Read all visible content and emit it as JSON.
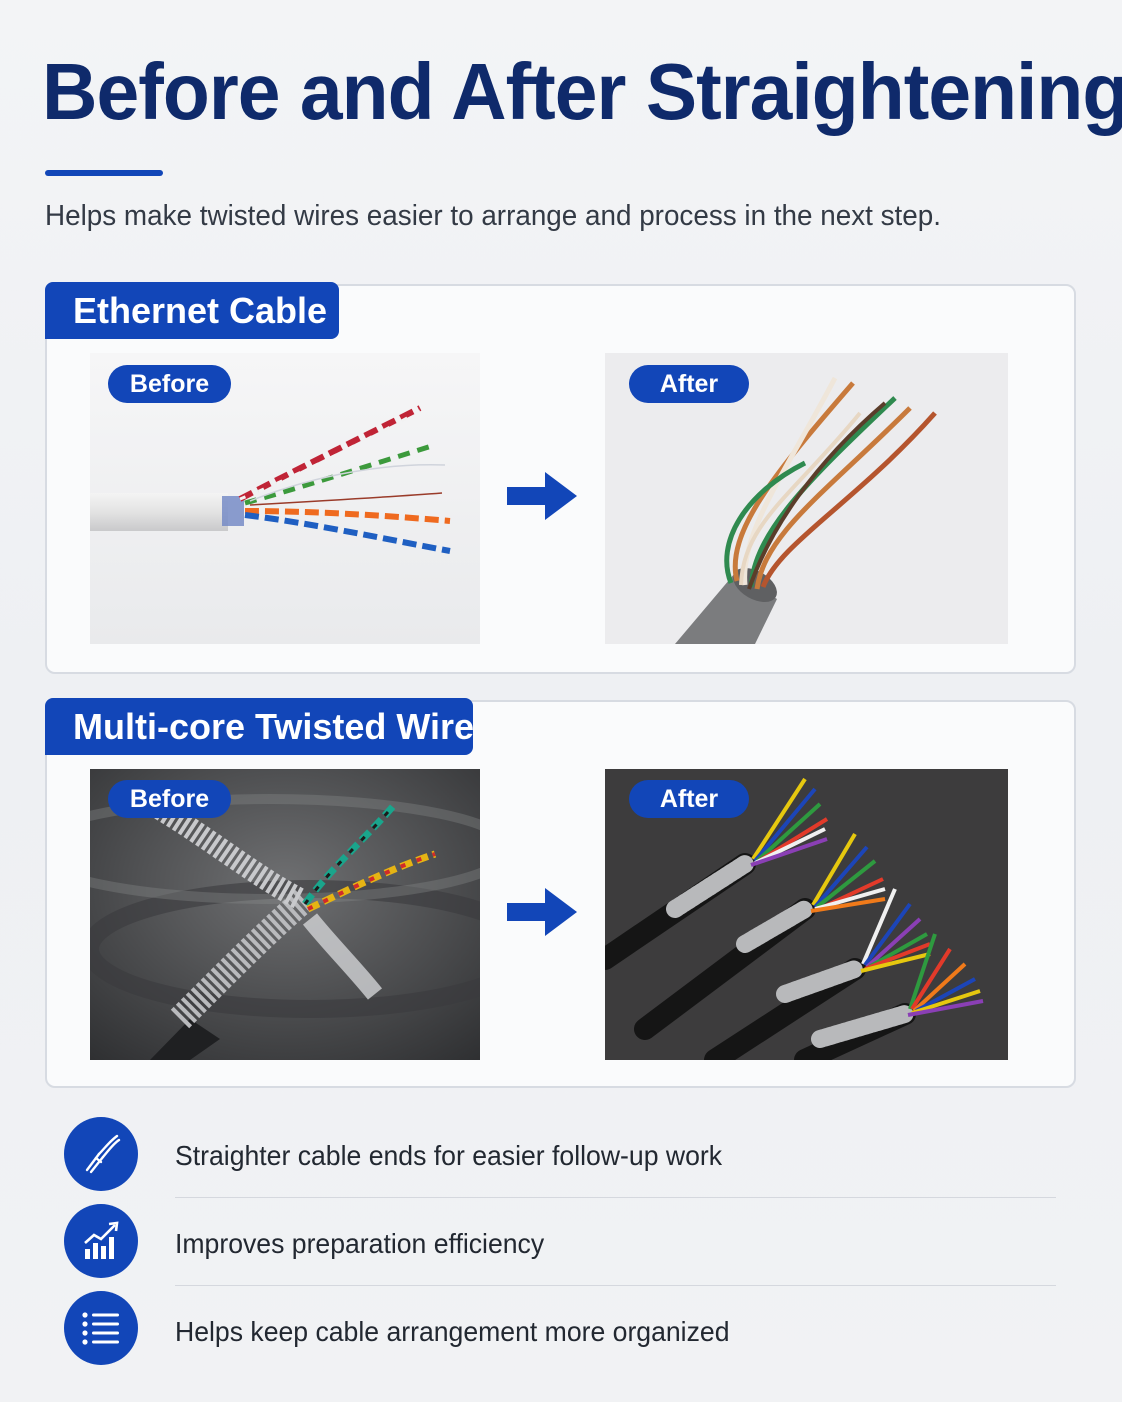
{
  "header": {
    "title": "Before and After Straightening",
    "subtitle": "Helps make twisted wires easier to arrange and process in the next step."
  },
  "sections": [
    {
      "label": "Ethernet Cable",
      "before_label": "Before",
      "after_label": "After"
    },
    {
      "label": "Multi-core Twisted Wire",
      "before_label": "Before",
      "after_label": "After"
    }
  ],
  "features": [
    {
      "icon": "straight-cable-icon",
      "text": "Straighter cable ends for easier follow-up work"
    },
    {
      "icon": "chart-growth-icon",
      "text": "Improves preparation efficiency"
    },
    {
      "icon": "list-icon",
      "text": "Helps keep cable arrangement more organized"
    }
  ],
  "colors": {
    "brand_blue": "#1246b8",
    "title_navy": "#0f2a6b"
  }
}
